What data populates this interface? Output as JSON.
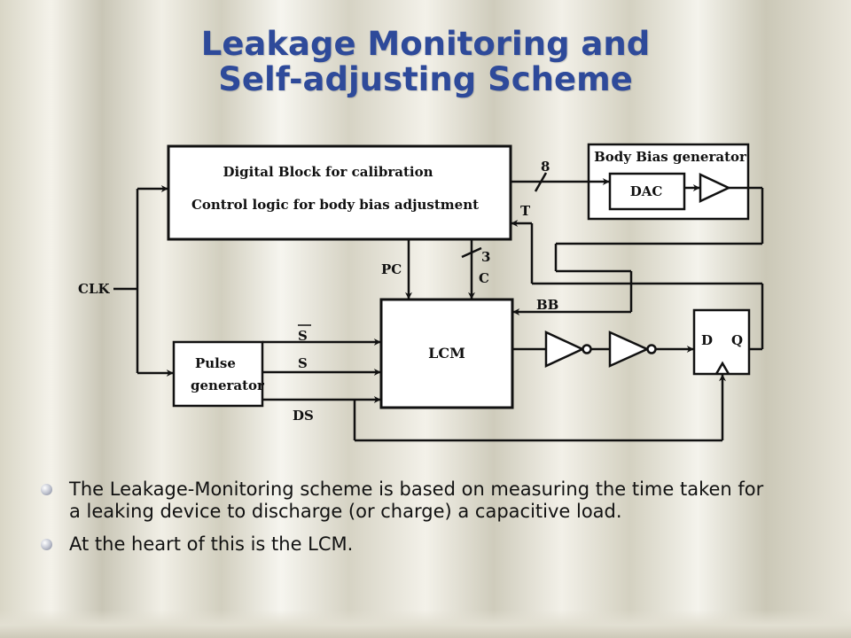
{
  "title": {
    "line1": "Leakage Monitoring and",
    "line2": "Self-adjusting Scheme"
  },
  "diagram": {
    "digital_block": {
      "line1": "Digital Block for calibration",
      "line2": "Control logic for body bias adjustment"
    },
    "body_bias_title": "Body Bias generator",
    "dac": "DAC",
    "lcm": "LCM",
    "pulse_line1": "Pulse",
    "pulse_line2": "generator",
    "dff_d": "D",
    "dff_q": "Q",
    "clk": "CLK",
    "pc": "PC",
    "c": "C",
    "bus3": "3",
    "bus8": "8",
    "t": "T",
    "bb": "BB",
    "s_bar": "S",
    "s": "S",
    "ds": "DS"
  },
  "bullets": [
    "The Leakage-Monitoring scheme is based on measuring the time taken for a leaking device to discharge (or charge) a capacitive load.",
    "At the heart of this is the LCM."
  ],
  "colors": {
    "title": "#2e4a9a",
    "ink": "#111111"
  }
}
